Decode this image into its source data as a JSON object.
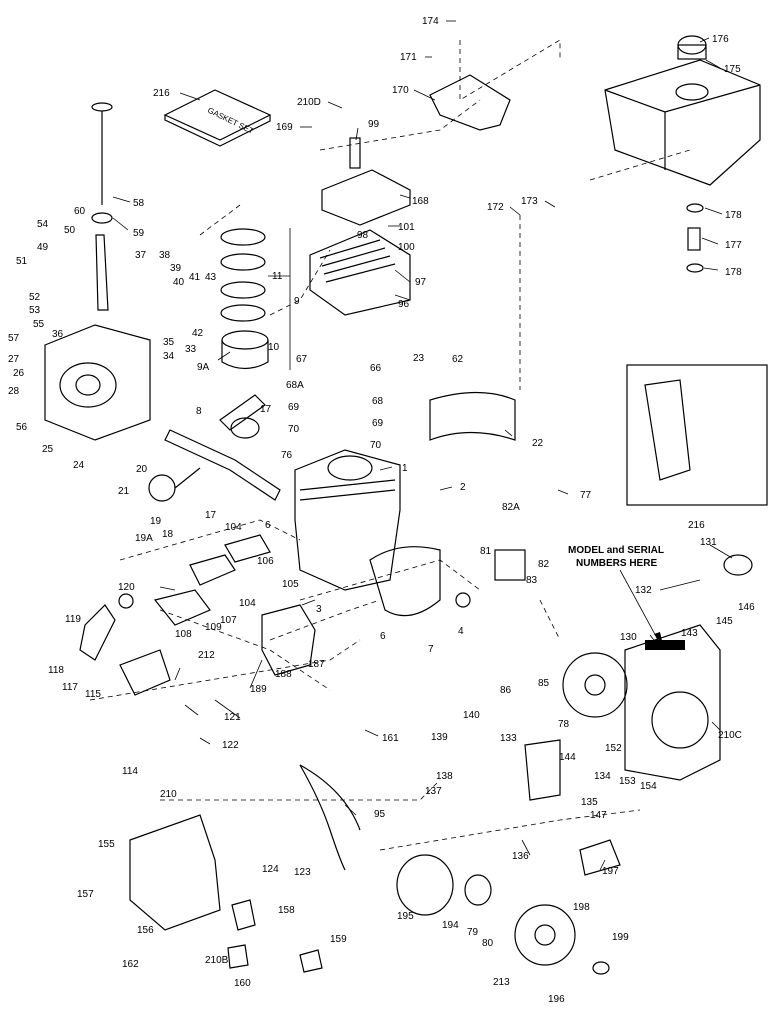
{
  "labels": {
    "l174": "174",
    "l171": "171",
    "l170": "170",
    "l176": "176",
    "l175": "175",
    "l216a": "216",
    "l210D": "210D",
    "l169": "169",
    "l99": "99",
    "l58": "58",
    "l59": "59",
    "l60": "60",
    "l168": "168",
    "l172": "172",
    "l173": "173",
    "l178a": "178",
    "l177": "177",
    "l178b": "178",
    "l54": "54",
    "l50": "50",
    "l49": "49",
    "l51": "51",
    "l37": "37",
    "l38": "38",
    "l39": "39",
    "l40": "40",
    "l41": "41",
    "l43": "43",
    "l11": "11",
    "l9": "9",
    "l101": "101",
    "l98": "98",
    "l100": "100",
    "l97": "97",
    "l96": "96",
    "l52": "52",
    "l53": "53",
    "l55": "55",
    "l57": "57",
    "l36": "36",
    "l35": "35",
    "l34": "34",
    "l33": "33",
    "l42": "42",
    "l27": "27",
    "l26": "26",
    "l28": "28",
    "l10": "10",
    "l9A": "9A",
    "l67": "67",
    "l66": "66",
    "l23": "23",
    "l62": "62",
    "l68A": "68A",
    "l68": "68",
    "l69a": "69",
    "l69b": "69",
    "l70a": "70",
    "l70b": "70",
    "l56": "56",
    "l25": "25",
    "l24": "24",
    "l8": "8",
    "l17a": "17",
    "l22": "22",
    "l20": "20",
    "l76": "76",
    "l1": "1",
    "l2": "2",
    "l77": "77",
    "l21": "21",
    "l216b": "216",
    "l19": "19",
    "l17b": "17",
    "l19A": "19A",
    "l18": "18",
    "l104a": "104",
    "l6a": "6",
    "l82A": "82A",
    "l131": "131",
    "l81": "81",
    "l82": "82",
    "l83": "83",
    "l105": "105",
    "l106": "106",
    "l120": "120",
    "l104b": "104",
    "l107": "107",
    "l3": "3",
    "l132": "132",
    "l146": "146",
    "l145": "145",
    "l143": "143",
    "l130": "130",
    "l119": "119",
    "l108": "108",
    "l109": "109",
    "l6b": "6",
    "l7": "7",
    "l4": "4",
    "l212": "212",
    "l118": "118",
    "l187": "187",
    "l117": "117",
    "l115": "115",
    "l188": "188",
    "l189": "189",
    "l86": "86",
    "l85": "85",
    "l78": "78",
    "l121": "121",
    "l210C": "210C",
    "l140": "140",
    "l139": "139",
    "l133": "133",
    "l152": "152",
    "l144": "144",
    "l134": "134",
    "l153": "153",
    "l154": "154",
    "l161": "161",
    "l122": "122",
    "l114": "114",
    "l138": "138",
    "l137": "137",
    "l135": "135",
    "l147": "147",
    "l210": "210",
    "l95": "95",
    "l155": "155",
    "l136": "136",
    "l197": "197",
    "l124": "124",
    "l123": "123",
    "l157": "157",
    "l198": "198",
    "l195": "195",
    "l194": "194",
    "l79": "79",
    "l158": "158",
    "l156": "156",
    "l80": "80",
    "l199": "199",
    "l159": "159",
    "l162": "162",
    "l210B": "210B",
    "l213": "213",
    "l160": "160",
    "l196": "196"
  },
  "gasket_set_text": "GASKET SET",
  "callout_text": [
    "MODEL and SERIAL",
    "NUMBERS HERE"
  ]
}
